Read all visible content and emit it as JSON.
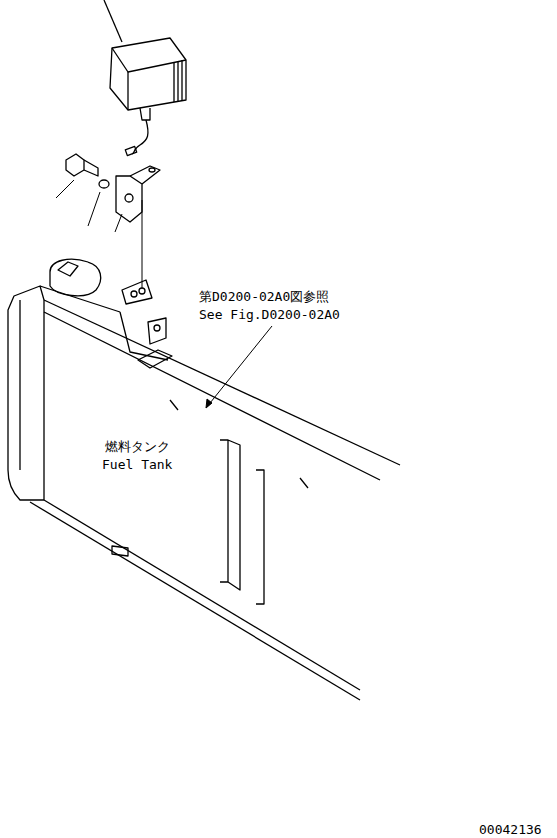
{
  "diagram": {
    "labels": [
      "第D0200-02A0図参照",
      "See Fig.D0200-02A0",
      "燃料タンク",
      "Fuel Tank",
      "00042136"
    ]
  }
}
